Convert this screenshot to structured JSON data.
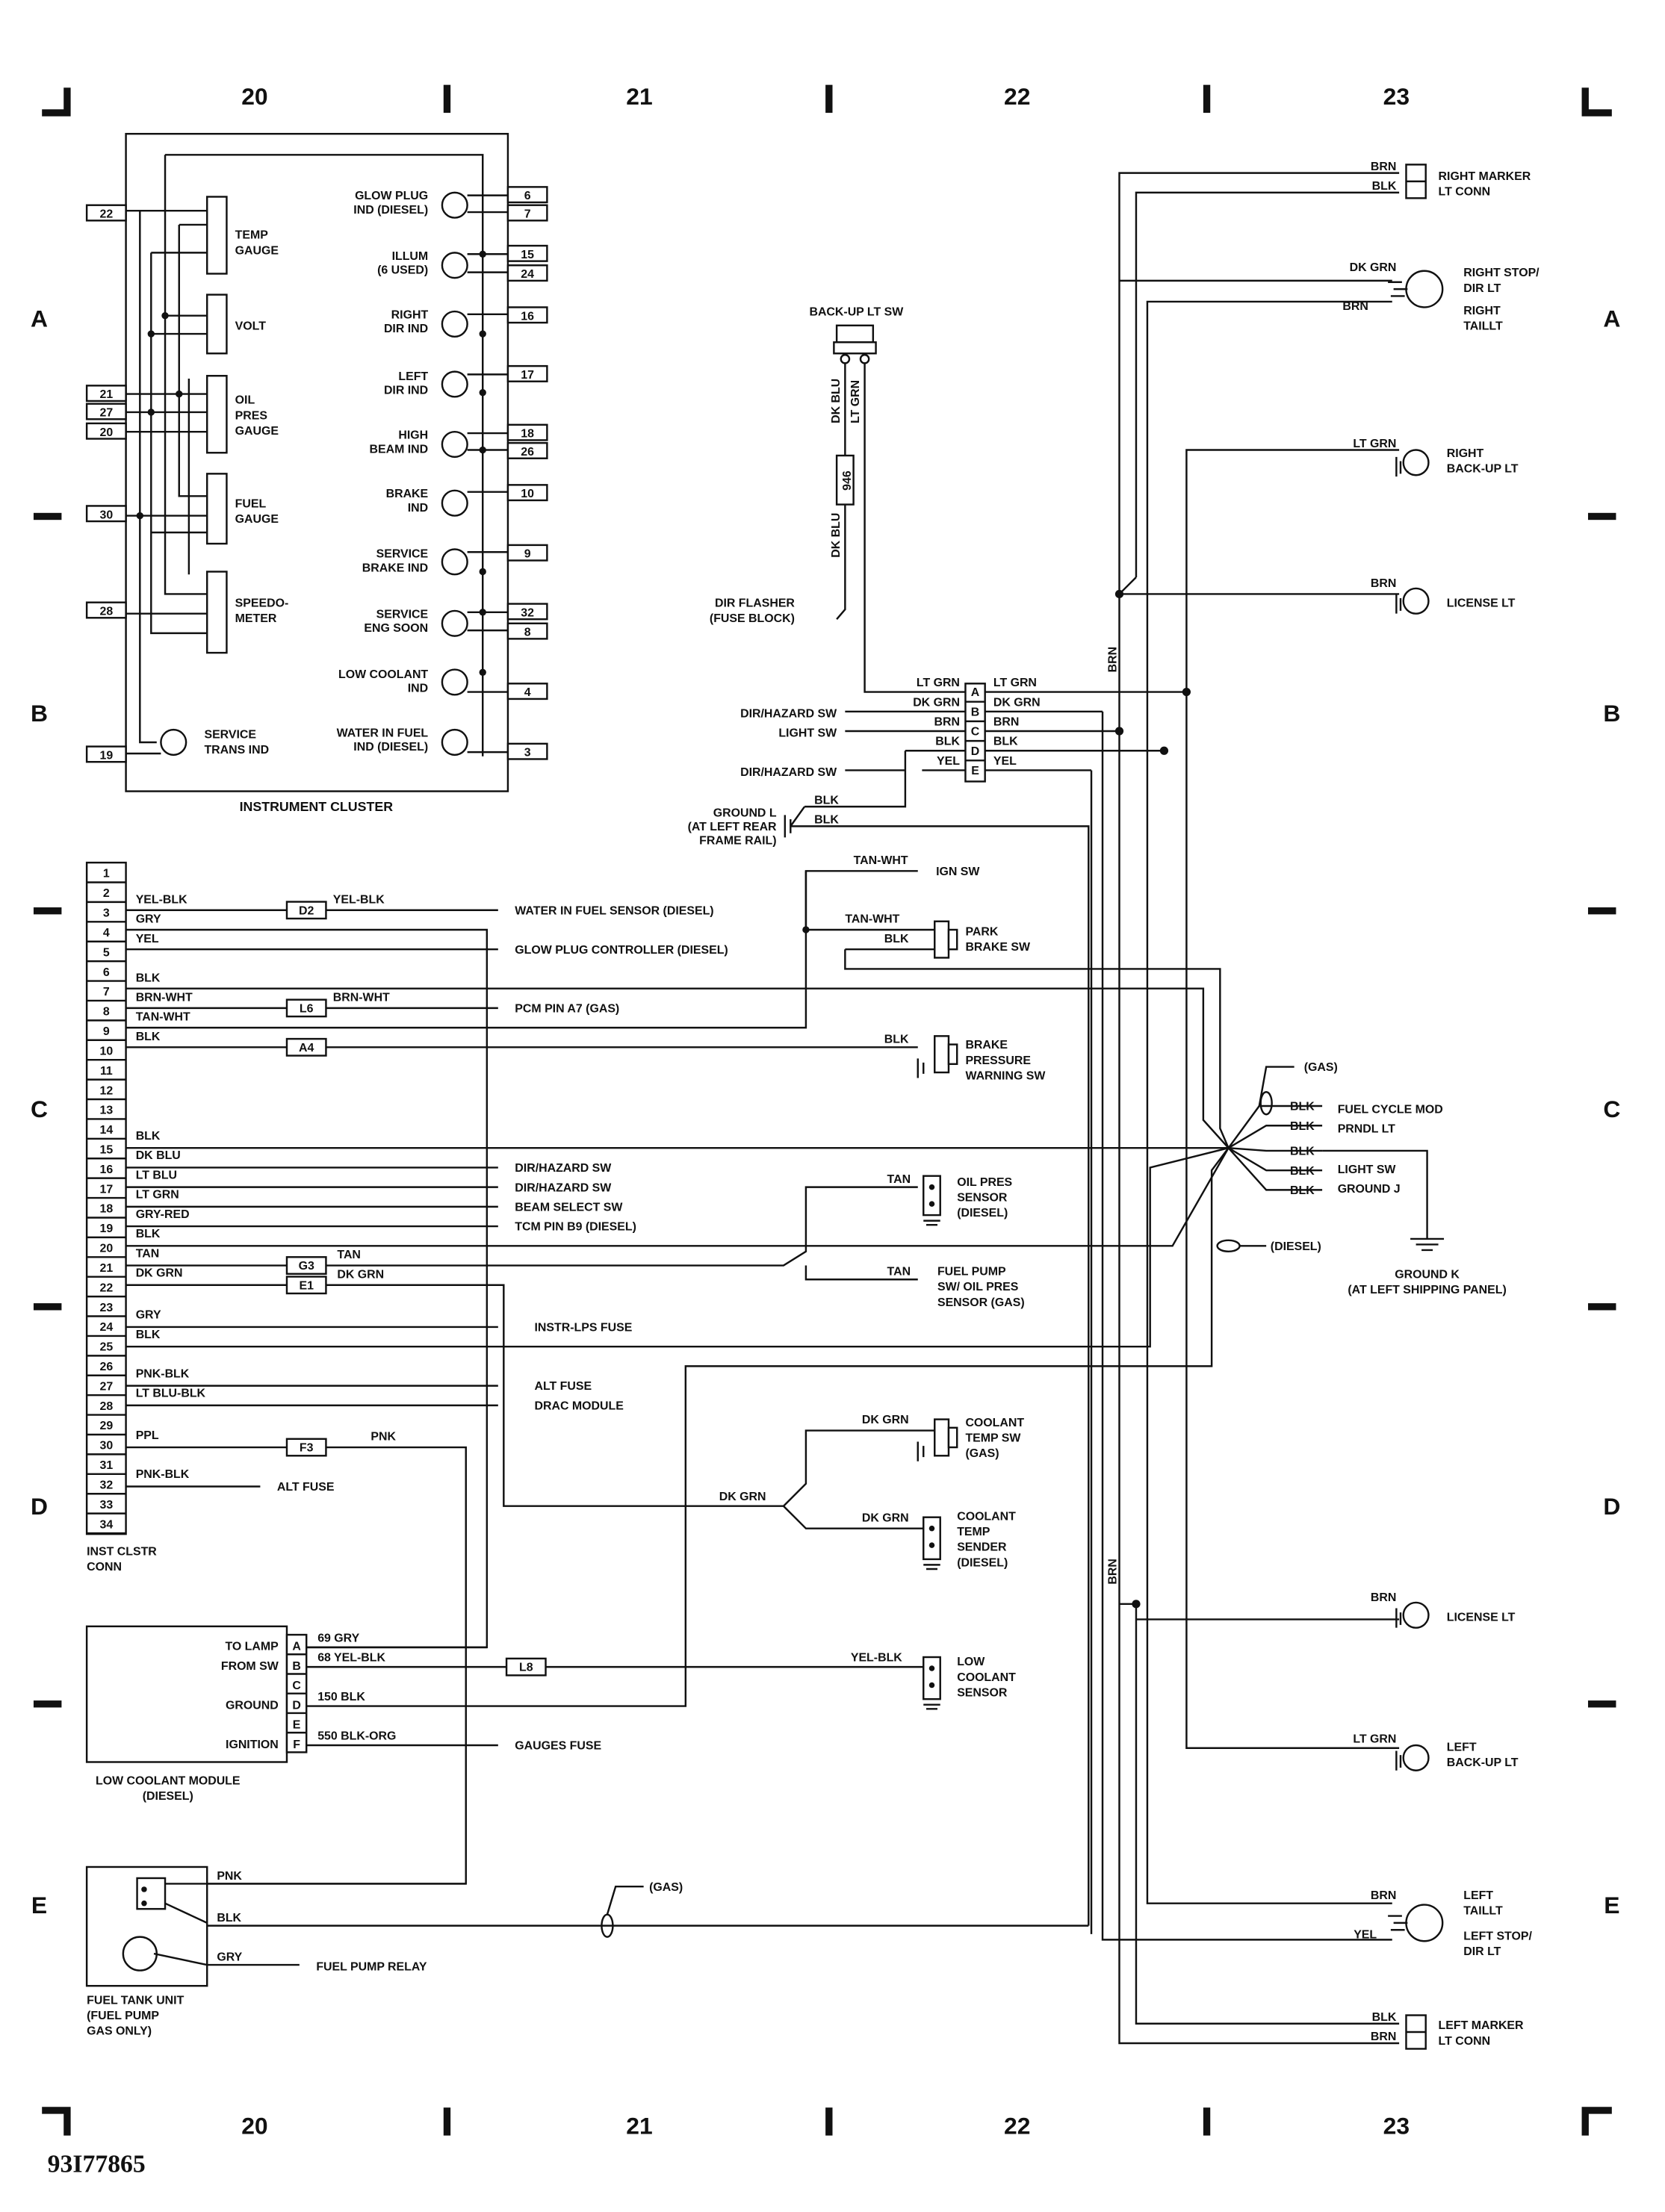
{
  "grid": {
    "columns": [
      "20",
      "21",
      "22",
      "23"
    ],
    "rows": [
      "A",
      "B",
      "C",
      "D",
      "E"
    ],
    "diagram_id": "93I77865"
  },
  "instrument_cluster": {
    "title": "INSTRUMENT CLUSTER",
    "gauges": [
      "TEMP",
      "GAUGE",
      "VOLT",
      "OIL",
      "PRES",
      "GAUGE",
      "FUEL",
      "GAUGE",
      "SPEEDO-",
      "METER"
    ],
    "left_pins": [
      "22",
      "21",
      "27",
      "20",
      "30",
      "28",
      "19"
    ],
    "lamps": [
      {
        "l1": "GLOW PLUG",
        "l2": "IND (DIESEL)",
        "pins": [
          "6",
          "7"
        ]
      },
      {
        "l1": "ILLUM",
        "l2": "(6 USED)",
        "pins": [
          "15",
          "24"
        ]
      },
      {
        "l1": "RIGHT",
        "l2": "DIR IND",
        "pins": [
          "16"
        ]
      },
      {
        "l1": "LEFT",
        "l2": "DIR IND",
        "pins": [
          "17"
        ]
      },
      {
        "l1": "HIGH",
        "l2": "BEAM IND",
        "pins": [
          "18",
          "26"
        ]
      },
      {
        "l1": "BRAKE",
        "l2": "IND",
        "pins": [
          "10"
        ]
      },
      {
        "l1": "SERVICE",
        "l2": "BRAKE IND",
        "pins": [
          "9"
        ]
      },
      {
        "l1": "SERVICE",
        "l2": "ENG SOON",
        "pins": [
          "32",
          "8"
        ]
      },
      {
        "l1": "LOW COOLANT",
        "l2": "IND",
        "pins": [
          "4"
        ]
      },
      {
        "l1": "WATER IN FUEL",
        "l2": "IND (DIESEL)",
        "pins": [
          "3"
        ]
      }
    ],
    "service_trans_1": "SERVICE",
    "service_trans_2": "TRANS IND"
  },
  "backup_switch": {
    "title": "BACK-UP LT SW",
    "wire_a": "DK BLU",
    "wire_b": "LT GRN",
    "splice": "946",
    "flasher_1": "DIR FLASHER",
    "flasher_2": "(FUSE BLOCK)"
  },
  "connector_abcde": {
    "rows": [
      {
        "pin": "A",
        "left_wire": "LT GRN",
        "right_wire": "LT GRN",
        "source": ""
      },
      {
        "pin": "B",
        "left_wire": "DK GRN",
        "right_wire": "DK GRN",
        "source": "DIR/HAZARD SW"
      },
      {
        "pin": "C",
        "left_wire": "BRN",
        "right_wire": "BRN",
        "source": "LIGHT SW"
      },
      {
        "pin": "D",
        "left_wire": "BLK",
        "right_wire": "BLK",
        "source": ""
      },
      {
        "pin": "E",
        "left_wire": "YEL",
        "right_wire": "YEL",
        "source": "DIR/HAZARD SW"
      }
    ],
    "ground_l_1": "GROUND L",
    "ground_l_2": "(AT LEFT REAR",
    "ground_l_3": "FRAME RAIL)",
    "blk_1": "BLK",
    "blk_2": "BLK"
  },
  "rear_lamps": [
    {
      "l1": "RIGHT MARKER",
      "l2": "LT CONN",
      "w1": "BRN",
      "w2": "BLK"
    },
    {
      "l1": "RIGHT STOP/",
      "l2": "DIR LT",
      "l3": "RIGHT",
      "l4": "TAILLT",
      "w1": "DK GRN",
      "w2": "BRN"
    },
    {
      "l1": "RIGHT",
      "l2": "BACK-UP LT",
      "w1": "LT GRN"
    },
    {
      "l1": "LICENSE LT",
      "w1": "BRN"
    },
    {
      "l1": "LICENSE LT",
      "w1": "BRN"
    },
    {
      "l1": "LEFT",
      "l2": "BACK-UP LT",
      "w1": "LT GRN"
    },
    {
      "l1": "LEFT",
      "l2": "TAILLT",
      "l3": "LEFT STOP/",
      "l4": "DIR LT",
      "w1": "BRN",
      "w2": "YEL"
    },
    {
      "l1": "LEFT MARKER",
      "l2": "LT CONN",
      "w1": "BLK",
      "w2": "BRN"
    }
  ],
  "vertical_wire_labels": {
    "brn_upper": "BRN",
    "brn_lower": "BRN"
  },
  "inst_clstr_conn": {
    "title_1": "INST CLSTR",
    "title_2": "CONN",
    "pins": [
      "1",
      "2",
      "3",
      "4",
      "5",
      "6",
      "7",
      "8",
      "9",
      "10",
      "11",
      "12",
      "13",
      "14",
      "15",
      "16",
      "17",
      "18",
      "19",
      "20",
      "21",
      "22",
      "23",
      "24",
      "25",
      "26",
      "27",
      "28",
      "29",
      "30",
      "31",
      "32",
      "33",
      "34"
    ],
    "wires": [
      {
        "pin": 3,
        "color": "YEL-BLK",
        "splice": "D2",
        "color2": "YEL-BLK",
        "dest": "WATER IN FUEL SENSOR (DIESEL)"
      },
      {
        "pin": 4,
        "color": "GRY"
      },
      {
        "pin": 5,
        "color": "YEL",
        "dest": "GLOW PLUG CONTROLLER (DIESEL)"
      },
      {
        "pin": 7,
        "color": "BLK"
      },
      {
        "pin": 8,
        "color": "BRN-WHT",
        "splice": "L6",
        "color2": "BRN-WHT",
        "dest": "PCM PIN A7 (GAS)"
      },
      {
        "pin": 9,
        "color": "TAN-WHT"
      },
      {
        "pin": 10,
        "color": "BLK",
        "splice": "A4"
      },
      {
        "pin": 15,
        "color": "BLK"
      },
      {
        "pin": 16,
        "color": "DK BLU",
        "dest": "DIR/HAZARD SW"
      },
      {
        "pin": 17,
        "color": "LT BLU",
        "dest": "DIR/HAZARD SW"
      },
      {
        "pin": 18,
        "color": "LT GRN",
        "dest": "BEAM SELECT SW"
      },
      {
        "pin": 19,
        "color": "GRY-RED",
        "dest": "TCM PIN B9 (DIESEL)"
      },
      {
        "pin": 20,
        "color": "BLK"
      },
      {
        "pin": 21,
        "color": "TAN",
        "splice": "G3",
        "color2": "TAN"
      },
      {
        "pin": 22,
        "color": "DK GRN",
        "splice": "E1",
        "color2": "DK GRN"
      },
      {
        "pin": 24,
        "color": "GRY",
        "dest": "INSTR-LPS FUSE"
      },
      {
        "pin": 25,
        "color": "BLK"
      },
      {
        "pin": 27,
        "color": "PNK-BLK",
        "dest": "ALT FUSE"
      },
      {
        "pin": 28,
        "color": "LT BLU-BLK",
        "dest": "DRAC MODULE"
      },
      {
        "pin": 30,
        "color": "PPL",
        "splice": "F3",
        "color2": "PNK"
      },
      {
        "pin": 32,
        "color": "PNK-BLK",
        "dest": "ALT FUSE"
      }
    ]
  },
  "sensors": {
    "ign_sw": "IGN SW",
    "tan_wht_1": "TAN-WHT",
    "tan_wht_2": "TAN-WHT",
    "park_brake_blk": "BLK",
    "park_brake_1": "PARK",
    "park_brake_2": "BRAKE SW",
    "brake_press_blk": "BLK",
    "brake_press_1": "BRAKE",
    "brake_press_2": "PRESSURE",
    "brake_press_3": "WARNING SW",
    "oil_tan": "TAN",
    "oil_1": "OIL PRES",
    "oil_2": "SENSOR",
    "oil_3": "(DIESEL)",
    "fuel_pump_tan": "TAN",
    "fuel_pump_1": "FUEL PUMP",
    "fuel_pump_2": "SW/ OIL PRES",
    "fuel_pump_3": "SENSOR (GAS)",
    "coolant_sw_wire": "DK GRN",
    "coolant_sw_1": "COOLANT",
    "coolant_sw_2": "TEMP SW",
    "coolant_sw_3": "(GAS)",
    "dk_grn_main": "DK GRN",
    "coolant_send_wire": "DK GRN",
    "coolant_send_1": "COOLANT",
    "coolant_send_2": "TEMP",
    "coolant_send_3": "SENDER",
    "coolant_send_4": "(DIESEL)",
    "low_cool_wire": "YEL-BLK",
    "low_cool_1": "LOW",
    "low_cool_2": "COOLANT",
    "low_cool_3": "SENSOR"
  },
  "ground_k": {
    "gas": "(GAS)",
    "diesel": "(DIESEL)",
    "branches": [
      {
        "wire": "BLK",
        "label": "FUEL CYCLE MOD"
      },
      {
        "wire": "BLK",
        "label": "PRNDL LT"
      },
      {
        "wire": "BLK",
        "label": ""
      },
      {
        "wire": "BLK",
        "label": "LIGHT SW"
      },
      {
        "wire": "BLK",
        "label": "GROUND J"
      }
    ],
    "title_1": "GROUND K",
    "title_2": "(AT LEFT SHIPPING PANEL)"
  },
  "low_coolant_module": {
    "title_1": "LOW COOLANT MODULE",
    "title_2": "(DIESEL)",
    "rows": [
      {
        "label": "TO LAMP",
        "pin": "A",
        "wire": "69 GRY"
      },
      {
        "label": "FROM SW",
        "pin": "B",
        "wire": "68 YEL-BLK"
      },
      {
        "label": "",
        "pin": "C",
        "wire": ""
      },
      {
        "label": "GROUND",
        "pin": "D",
        "wire": "150 BLK"
      },
      {
        "label": "",
        "pin": "E",
        "wire": ""
      },
      {
        "label": "IGNITION",
        "pin": "F",
        "wire": "550 BLK-ORG"
      }
    ],
    "splice": "L8",
    "gauges_fuse": "GAUGES FUSE"
  },
  "fuel_tank": {
    "title_1": "FUEL TANK UNIT",
    "title_2": "(FUEL PUMP",
    "title_3": "GAS ONLY)",
    "pnk": "PNK",
    "blk": "BLK",
    "gry": "GRY",
    "relay": "FUEL PUMP RELAY",
    "gas": "(GAS)"
  }
}
